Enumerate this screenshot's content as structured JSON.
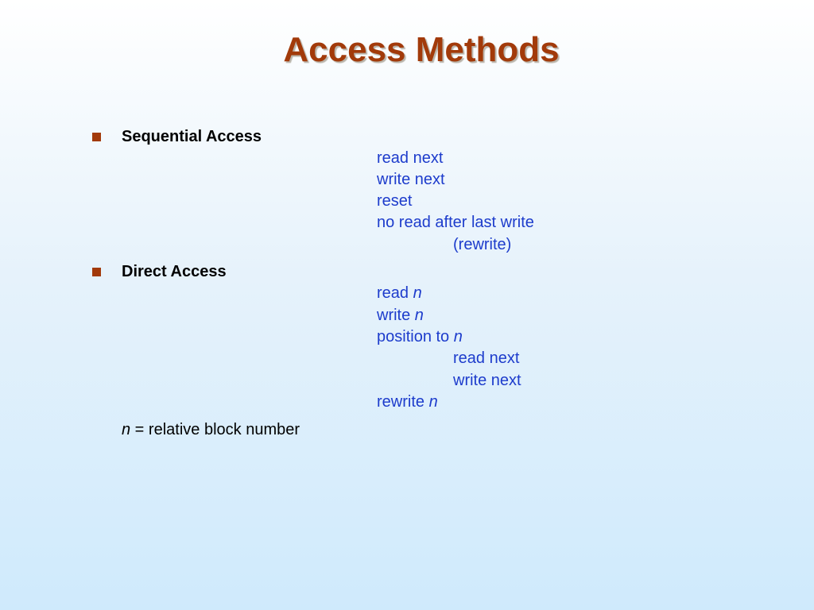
{
  "title": "Access Methods",
  "colors": {
    "title": "#a23a0a",
    "bullet": "#a23a0a",
    "operation_text": "#1d3ccc",
    "body_text": "#000000"
  },
  "sections": [
    {
      "heading": "Sequential Access",
      "operations": [
        {
          "text": "read next",
          "var": ""
        },
        {
          "text": "write next",
          "var": ""
        },
        {
          "text": "reset",
          "var": ""
        },
        {
          "text": "no read after last write",
          "var": ""
        },
        {
          "text": "(rewrite)",
          "var": ""
        }
      ]
    },
    {
      "heading": "Direct Access",
      "operations": [
        {
          "text": "read ",
          "var": "n"
        },
        {
          "text": "write ",
          "var": "n"
        },
        {
          "text": "position to ",
          "var": "n"
        },
        {
          "text": "read next",
          "var": ""
        },
        {
          "text": "write next",
          "var": ""
        },
        {
          "text": "rewrite ",
          "var": "n"
        }
      ]
    }
  ],
  "note": {
    "var": "n",
    "text": " = relative block number"
  }
}
